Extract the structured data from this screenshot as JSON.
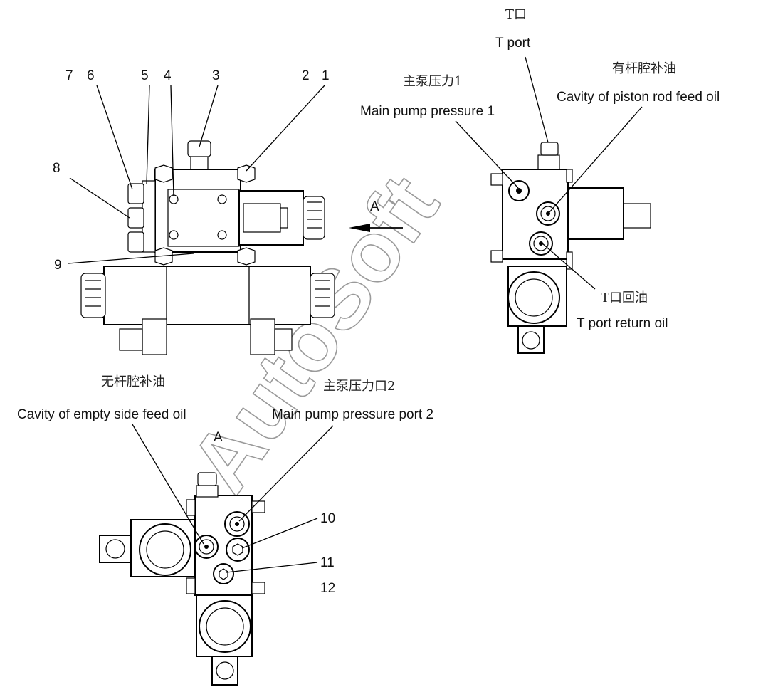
{
  "watermark": "AutoSoft",
  "arrow_label": "A",
  "view_label": "A",
  "callouts": {
    "n1": "1",
    "n2": "2",
    "n3": "3",
    "n4": "4",
    "n5": "5",
    "n6": "6",
    "n7": "7",
    "n8": "8",
    "n9": "9",
    "n10": "10",
    "n11": "11",
    "n12": "12"
  },
  "labels": {
    "t_port_cn": "T口",
    "t_port_en": "T port",
    "main_pump_1_cn": "主泵压力1",
    "main_pump_1_en": "Main pump pressure 1",
    "rod_feed_cn": "有杆腔补油",
    "rod_feed_en": "Cavity of piston rod feed oil",
    "t_return_cn": "T口回油",
    "t_return_en": "T port return oil",
    "empty_feed_cn": "无杆腔补油",
    "empty_feed_en": "Cavity of empty side feed oil",
    "main_pump_2_cn": "主泵压力口2",
    "main_pump_2_en": "Main pump pressure port 2"
  }
}
